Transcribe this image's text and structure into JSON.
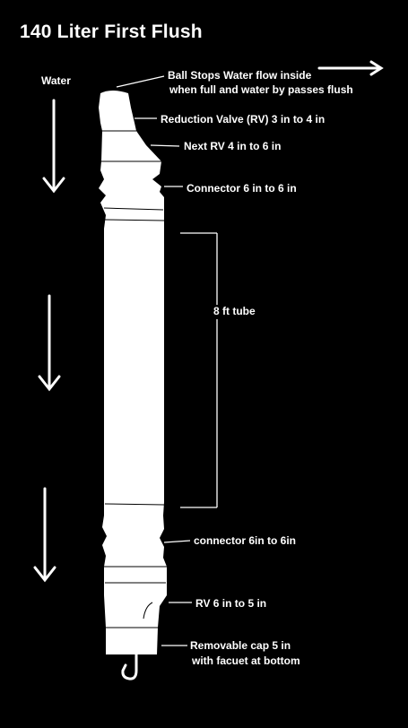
{
  "title": "140 Liter First Flush",
  "labels": {
    "water": "Water",
    "ball_line1": "Ball Stops Water flow inside",
    "ball_line2": "when full and water by passes flush",
    "rv_3_4": "Reduction Valve (RV) 3 in to 4 in",
    "rv_4_6": "Next  RV 4 in to 6 in",
    "connector_top": "Connector 6 in to 6 in",
    "tube": "8 ft tube",
    "connector_bottom": "connector 6in to 6in",
    "rv_6_5": "RV 6 in to 5 in",
    "cap_line1": "Removable cap 5 in",
    "cap_line2": "with facuet at bottom"
  },
  "colors": {
    "background": "#000000",
    "foreground": "#ffffff"
  }
}
